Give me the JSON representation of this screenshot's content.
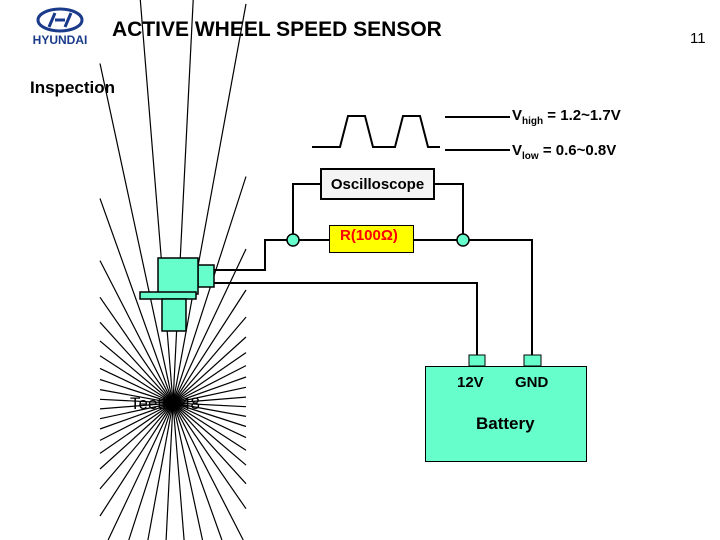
{
  "header": {
    "brand": "HYUNDAI",
    "title": "ACTIVE WHEEL SPEED SENSOR",
    "page_number": "11"
  },
  "section_title": "Inspection",
  "diagram": {
    "oscilloscope_label": "Oscilloscope",
    "resistor_label": "R(100Ω)",
    "battery": {
      "label": "Battery",
      "positive_terminal": "12V",
      "negative_terminal": "GND"
    },
    "voltage_high": {
      "symbol": "V",
      "subscript": "high",
      "value": "= 1.2~1.7V"
    },
    "voltage_low": {
      "symbol": "V",
      "subscript": "low",
      "value": "= 0.6~0.8V"
    },
    "tone_wheel_label": "Teeth: 48",
    "colors": {
      "resistor_fill": "#ffff00",
      "resistor_text": "#ff0000",
      "battery_fill": "#66ffcc",
      "sensor_fill": "#66ffcc",
      "node_fill": "#66ffcc",
      "logo_blue": "#1a3a8a"
    }
  }
}
